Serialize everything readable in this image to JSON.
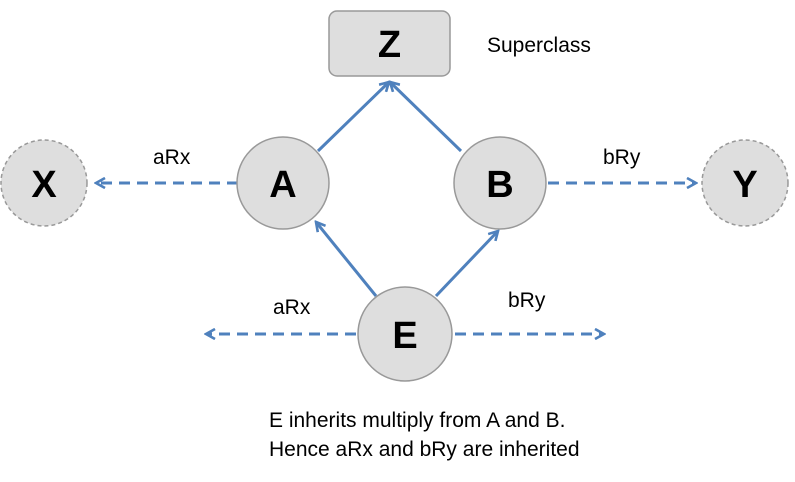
{
  "colors": {
    "node_fill": "#dedede",
    "node_stroke": "#999999",
    "arrow": "#4f81bd"
  },
  "nodes": {
    "z": "Z",
    "a": "A",
    "b": "B",
    "e": "E",
    "x": "X",
    "y": "Y"
  },
  "labels": {
    "superclass": "Superclass",
    "a_relation": "aRx",
    "b_relation": "bRy",
    "e_a_relation": "aRx",
    "e_b_relation": "bRy"
  },
  "caption": {
    "line1": "E inherits multiply from A and B.",
    "line2": "Hence aRx and bRy are inherited"
  }
}
